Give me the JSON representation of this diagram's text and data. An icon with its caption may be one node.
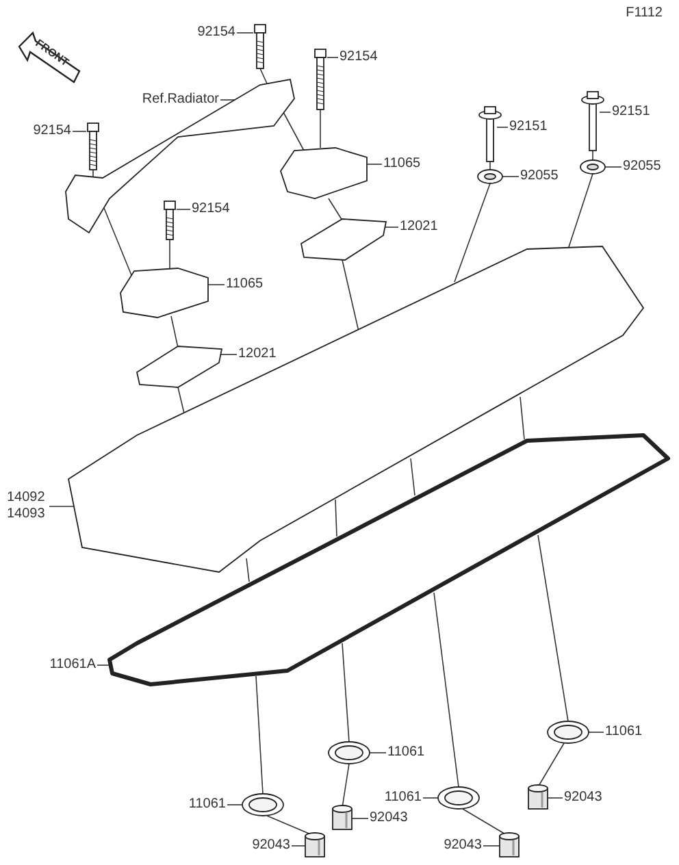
{
  "diagram": {
    "nodes": [
      {
        "text": [
          "92154"
        ]
      },
      {
        "text": [
          "92154"
        ]
      },
      {
        "text": [
          "Ref.Radiator"
        ]
      },
      {
        "text": [
          "92154"
        ]
      },
      {
        "text": [
          "92151"
        ]
      },
      {
        "text": [
          "92151"
        ]
      },
      {
        "text": [
          "11065"
        ]
      },
      {
        "text": [
          "92055"
        ]
      },
      {
        "text": [
          "92055"
        ]
      },
      {
        "text": [
          "92154"
        ]
      },
      {
        "text": [
          "12021"
        ]
      },
      {
        "text": [
          "11065"
        ]
      },
      {
        "text": [
          "12021"
        ]
      },
      {
        "text": [
          "14092 14093"
        ]
      },
      {
        "text": [
          "11061A"
        ]
      },
      {
        "text": [
          "11061"
        ]
      },
      {
        "text": [
          "11061"
        ]
      },
      {
        "text": [
          "11061"
        ]
      },
      {
        "text": [
          "11061"
        ]
      },
      {
        "text": [
          "92043"
        ]
      },
      {
        "text": [
          "92043"
        ]
      },
      {
        "text": [
          "92043"
        ]
      },
      {
        "text": [
          "92043"
        ]
      },
      {
        "text": [],
        "shape": "picture"
      },
      {
        "text": [],
        "shape": "picture"
      },
      {
        "text": [],
        "shape": "picture"
      },
      {
        "text": [],
        "shape": "picture"
      },
      {
        "text": [],
        "shape": "picture"
      },
      {
        "text": [],
        "shape": "picture"
      },
      {
        "text": [],
        "shape": "picture"
      },
      {
        "text": [],
        "shape": "picture"
      },
      {
        "text": [],
        "shape": "picture"
      },
      {
        "text": [],
        "shape": "picture"
      },
      {
        "text": [],
        "shape": "picture"
      },
      {
        "text": [],
        "shape": "picture"
      },
      {
        "text": [],
        "shape": "picture"
      },
      {
        "text": [],
        "shape": "picture"
      },
      {
        "text": [],
        "shape": "picture"
      },
      {
        "text": [],
        "shape": "picture"
      },
      {
        "text": [],
        "shape": "picture"
      },
      {
        "text": [],
        "shape": "picture"
      },
      {
        "text": [],
        "shape": "picture"
      },
      {
        "text": [],
        "shape": "picture"
      },
      {
        "text": [],
        "shape": "picture"
      },
      {
        "text": [],
        "shape": "picture"
      },
      {
        "text": [],
        "shape": "picture"
      }
    ],
    "edges": [
      {
        "from": 0,
        "to": 23,
        "arrow": "none"
      },
      {
        "from": 1,
        "to": 24,
        "arrow": "none"
      },
      {
        "from": 2,
        "to": 25,
        "arrow": "none"
      },
      {
        "from": 3,
        "to": 26,
        "arrow": "none"
      },
      {
        "from": 4,
        "to": 27,
        "arrow": "none"
      },
      {
        "from": 5,
        "to": 28,
        "arrow": "none"
      },
      {
        "from": 6,
        "to": 29,
        "arrow": "none"
      },
      {
        "from": 7,
        "to": 30,
        "arrow": "none"
      },
      {
        "from": 8,
        "to": 31,
        "arrow": "none"
      },
      {
        "from": 9,
        "to": 32,
        "arrow": "none"
      },
      {
        "from": 10,
        "to": 33,
        "arrow": "none"
      },
      {
        "from": 11,
        "to": 34,
        "arrow": "none"
      },
      {
        "from": 12,
        "to": 35,
        "arrow": "none"
      },
      {
        "from": 13,
        "to": 36,
        "arrow": "none"
      },
      {
        "from": 14,
        "to": 37,
        "arrow": "none"
      },
      {
        "from": 15,
        "to": 38,
        "arrow": "none"
      },
      {
        "from": 16,
        "to": 39,
        "arrow": "none"
      },
      {
        "from": 17,
        "to": 40,
        "arrow": "none"
      },
      {
        "from": 18,
        "to": 41,
        "arrow": "none"
      },
      {
        "from": 19,
        "to": 42,
        "arrow": "none"
      },
      {
        "from": 20,
        "to": 43,
        "arrow": "none"
      },
      {
        "from": 21,
        "to": 44,
        "arrow": "none"
      },
      {
        "from": 22,
        "to": 45,
        "arrow": "none"
      },
      {
        "from": 23,
        "to": 25,
        "arrow": "none"
      },
      {
        "from": 25,
        "to": 29,
        "arrow": "none"
      },
      {
        "from": 24,
        "to": 29,
        "arrow": "none"
      },
      {
        "from": 29,
        "to": 33,
        "arrow": "none"
      },
      {
        "from": 33,
        "to": 36,
        "arrow": "none"
      },
      {
        "from": 26,
        "to": 25,
        "arrow": "none"
      },
      {
        "from": 25,
        "to": 34,
        "arrow": "none"
      },
      {
        "from": 32,
        "to": 34,
        "arrow": "none"
      },
      {
        "from": 34,
        "to": 35,
        "arrow": "none"
      },
      {
        "from": 35,
        "to": 36,
        "arrow": "none"
      },
      {
        "from": 27,
        "to": 30,
        "arrow": "none"
      },
      {
        "from": 28,
        "to": 31,
        "arrow": "none"
      },
      {
        "from": 30,
        "to": 36,
        "arrow": "none"
      },
      {
        "from": 31,
        "to": 36,
        "arrow": "none"
      },
      {
        "from": 36,
        "to": 37,
        "arrow": "none"
      },
      {
        "from": 36,
        "to": 37,
        "arrow": "none"
      },
      {
        "from": 36,
        "to": 37,
        "arrow": "none"
      },
      {
        "from": 36,
        "to": 37,
        "arrow": "none"
      },
      {
        "from": 37,
        "to": 40,
        "arrow": "none"
      },
      {
        "from": 37,
        "to": 39,
        "arrow": "none"
      },
      {
        "from": 37,
        "to": 41,
        "arrow": "none"
      },
      {
        "from": 37,
        "to": 38,
        "arrow": "none"
      },
      {
        "from": 40,
        "to": 44,
        "arrow": "none"
      },
      {
        "from": 39,
        "to": 43,
        "arrow": "none"
      },
      {
        "from": 41,
        "to": 45,
        "arrow": "none"
      },
      {
        "from": 38,
        "to": 42,
        "arrow": "none"
      }
    ],
    "labels": [
      "F1112",
      "FRONT"
    ]
  }
}
